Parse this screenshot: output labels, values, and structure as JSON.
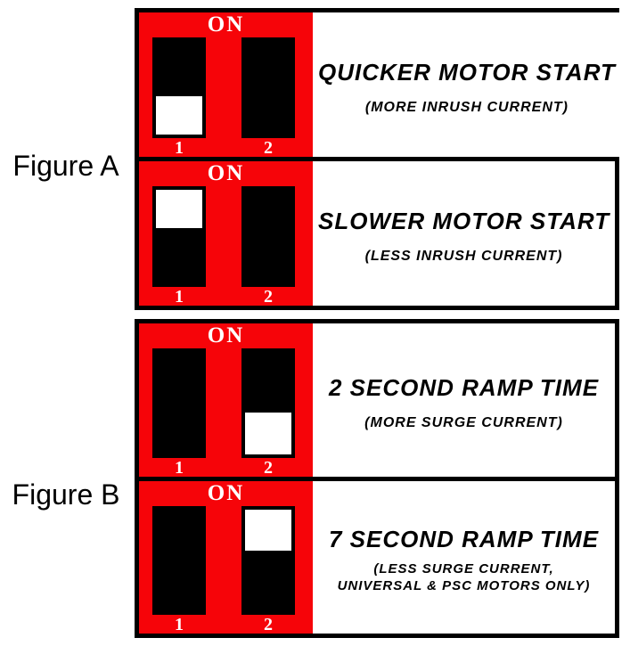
{
  "colors": {
    "switch_red": "#f60409",
    "border_black": "#000000",
    "toggle_white": "#ffffff"
  },
  "figures": [
    {
      "label": "Figure A",
      "panels": [
        {
          "on_label": "ON",
          "switches": [
            {
              "number": "1",
              "toggle_position": "down"
            },
            {
              "number": "2",
              "toggle_position": "none"
            }
          ],
          "title": "QUICKER MOTOR START",
          "subtitle": "(MORE INRUSH CURRENT)"
        },
        {
          "on_label": "ON",
          "switches": [
            {
              "number": "1",
              "toggle_position": "up"
            },
            {
              "number": "2",
              "toggle_position": "none"
            }
          ],
          "title": "SLOWER MOTOR START",
          "subtitle": "(LESS INRUSH CURRENT)"
        }
      ]
    },
    {
      "label": "Figure B",
      "panels": [
        {
          "on_label": "ON",
          "switches": [
            {
              "number": "1",
              "toggle_position": "none"
            },
            {
              "number": "2",
              "toggle_position": "down"
            }
          ],
          "title": "2 SECOND RAMP TIME",
          "subtitle": "(MORE SURGE CURRENT)"
        },
        {
          "on_label": "ON",
          "switches": [
            {
              "number": "1",
              "toggle_position": "none"
            },
            {
              "number": "2",
              "toggle_position": "up"
            }
          ],
          "title": "7 SECOND RAMP TIME",
          "subtitle": "(LESS SURGE CURRENT,\nUNIVERSAL & PSC MOTORS ONLY)"
        }
      ]
    }
  ]
}
